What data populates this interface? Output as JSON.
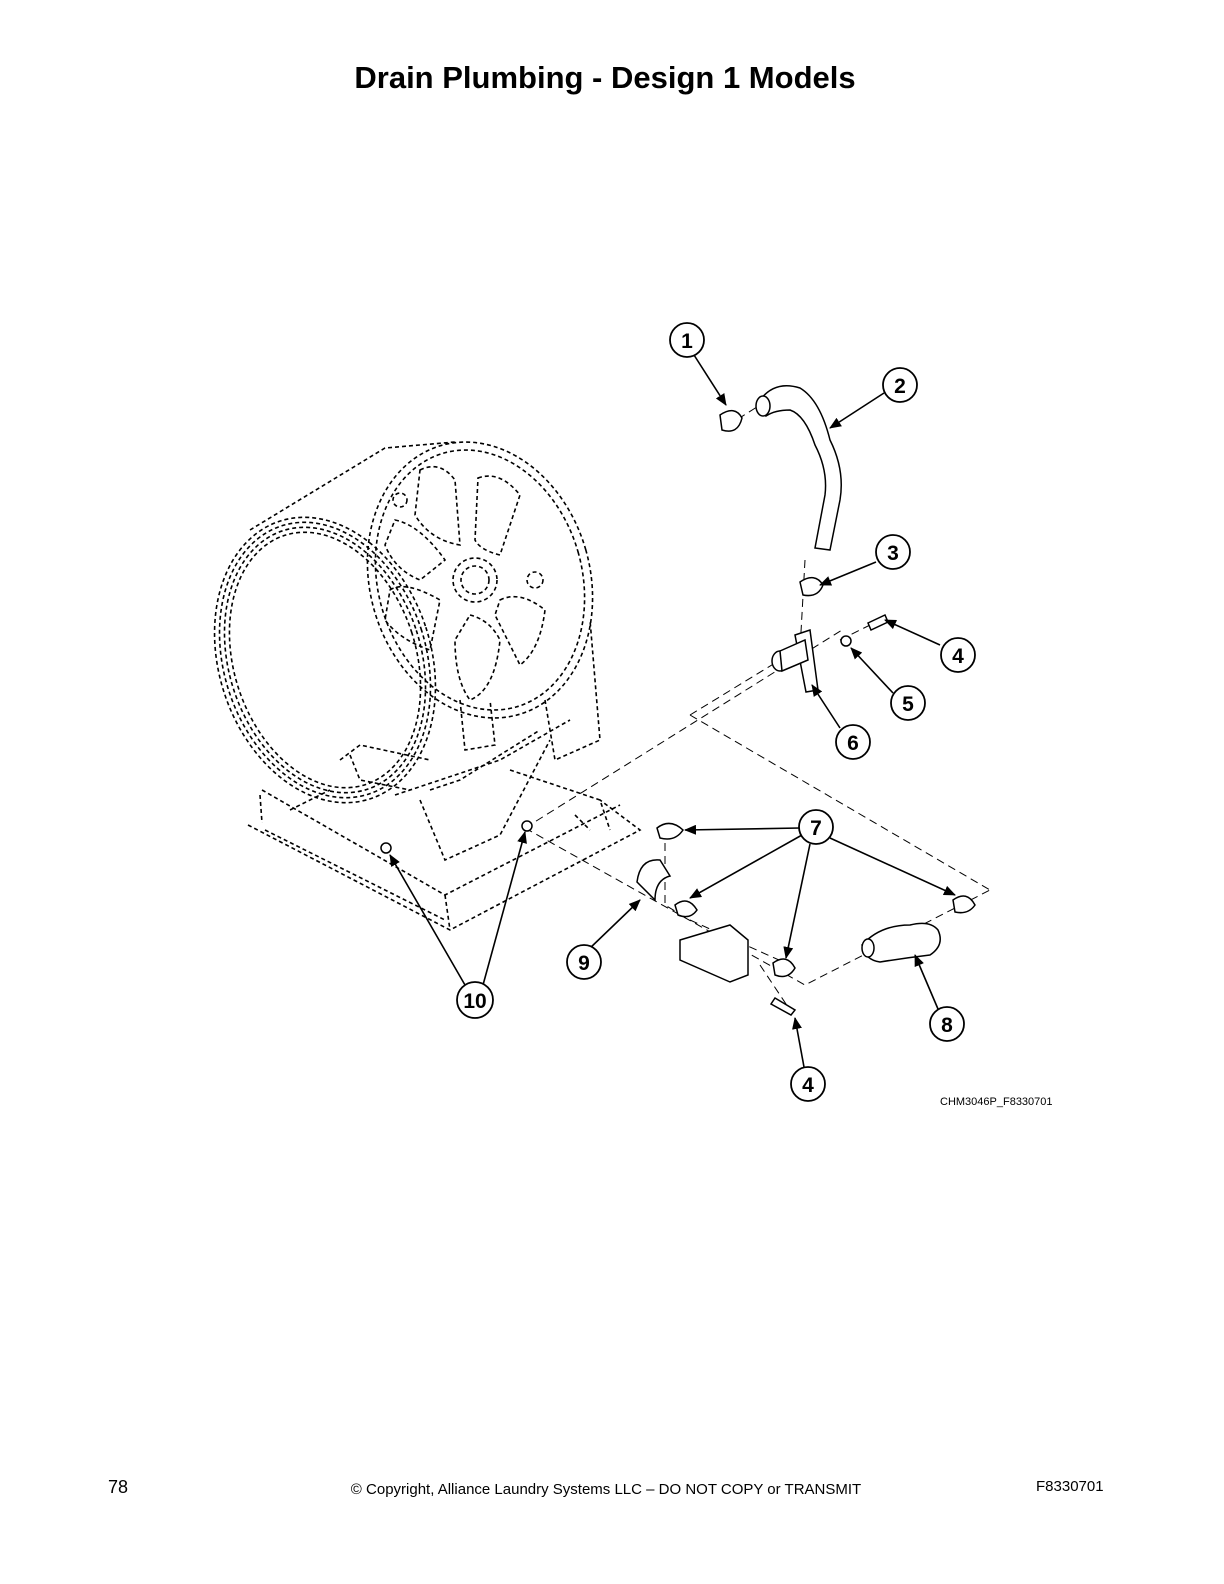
{
  "page": {
    "title": "Drain Plumbing - Design 1 Models",
    "figure_code": "CHM3046P_F8330701",
    "footer": {
      "page_number": "78",
      "copyright": "© Copyright, Alliance Laundry Systems LLC – DO NOT COPY or TRANSMIT",
      "document_code": "F8330701"
    }
  },
  "callouts": [
    {
      "id": "c1",
      "label": "1"
    },
    {
      "id": "c2",
      "label": "2"
    },
    {
      "id": "c3",
      "label": "3"
    },
    {
      "id": "c4a",
      "label": "4"
    },
    {
      "id": "c5",
      "label": "5"
    },
    {
      "id": "c6",
      "label": "6"
    },
    {
      "id": "c7",
      "label": "7"
    },
    {
      "id": "c8",
      "label": "8"
    },
    {
      "id": "c9",
      "label": "9"
    },
    {
      "id": "c10",
      "label": "10"
    },
    {
      "id": "c4b",
      "label": "4"
    }
  ]
}
